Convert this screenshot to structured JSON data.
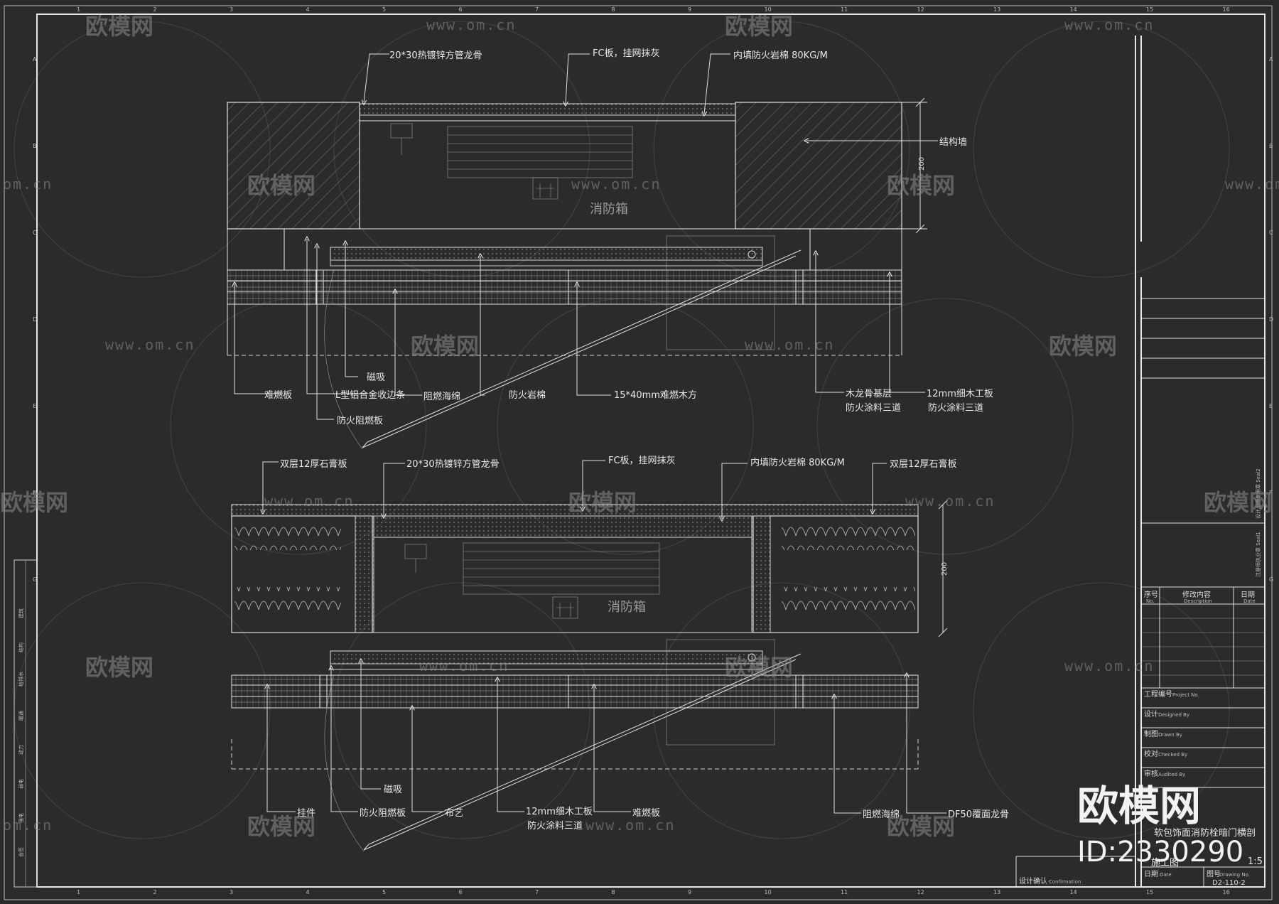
{
  "drawing": {
    "section_a": {
      "top_labels": {
        "pipe_keel": "20*30热镀锌方管龙骨",
        "fc_board": "FC板，挂网抹灰",
        "rock_wool": "内填防火岩棉   80KG/M"
      },
      "structural_wall": "结构墙",
      "dim_200": "200",
      "fire_box": "消防箱",
      "bottom_labels": {
        "nonflammable_board": "难燃板",
        "magnetic": "磁吸",
        "l_trim": "L型铝合金收边条",
        "flame_sponge": "阻燃海绵",
        "fire_wool": "防火岩棉",
        "fire_board": "防火阻燃板",
        "wood_square": "15*40mm难燃木方",
        "wood_keel_1": "木龙骨基层",
        "wood_keel_2": "防火涂料三道",
        "plywood_1": "12mm细木工板",
        "plywood_2": "防火涂料三道"
      }
    },
    "section_b": {
      "top_labels": {
        "gypsum_left": "双层12厚石膏板",
        "pipe_keel": "20*30热镀锌方管龙骨",
        "fc_board": "FC板，挂网抹灰",
        "rock_wool": "内填防火岩棉   80KG/M",
        "gypsum_right": "双层12厚石膏板"
      },
      "dim_200": "200",
      "fire_box": "消防箱",
      "bottom_labels": {
        "hanger": "挂件",
        "fire_board": "防火阻燃板",
        "magnetic": "磁吸",
        "fabric": "布艺",
        "plywood_1": "12mm细木工板",
        "plywood_2": "防火涂料三道",
        "nonflammable_board": "难燃板",
        "flame_sponge": "阻燃海绵",
        "df50_keel": "DF50覆面龙骨"
      }
    }
  },
  "grid": {
    "cols": [
      "1",
      "2",
      "3",
      "4",
      "5",
      "6",
      "7",
      "8",
      "9",
      "10",
      "11",
      "12",
      "13",
      "14",
      "15",
      "16"
    ],
    "rows": [
      "A",
      "B",
      "C",
      "D",
      "E",
      "F",
      "G"
    ]
  },
  "title_block": {
    "revision_no": "序号",
    "revision_no_en": "No.",
    "revision_content": "修改内容",
    "revision_content_en": "Description",
    "revision_date": "日期",
    "revision_date_en": "Date",
    "project_no": "工程编号",
    "project_no_en": "Project No.",
    "designed": "设计",
    "designed_en": "Designed By",
    "drawn": "制图",
    "drawn_en": "Drawn By",
    "checked": "校对",
    "checked_en": "Checked By",
    "audited": "审核",
    "audited_en": "Audited By",
    "drawing_title": "软包饰面消防栓暗门横剖",
    "stage": "施工图",
    "scale": "1:5",
    "date": "日期",
    "date_en": "Date",
    "drawing_no_label": "图号",
    "drawing_no_en": "Drawing No.",
    "drawing_no": "D2-110-2",
    "confirmation": "设计确认",
    "confirmation_en": "Confirmation",
    "seal1": "注册师执业章 Seal1",
    "seal2": "设计出图专用章 Seal2"
  },
  "left_strip": [
    "建筑",
    "结构",
    "给排水",
    "暖通",
    "动力",
    "弱电",
    "强电",
    "会签"
  ],
  "watermarks": {
    "brand": "欧模网",
    "url": "www.om.cn",
    "url_partial": "om.cn",
    "brand_big": "欧模网",
    "id": "ID:2330290"
  }
}
